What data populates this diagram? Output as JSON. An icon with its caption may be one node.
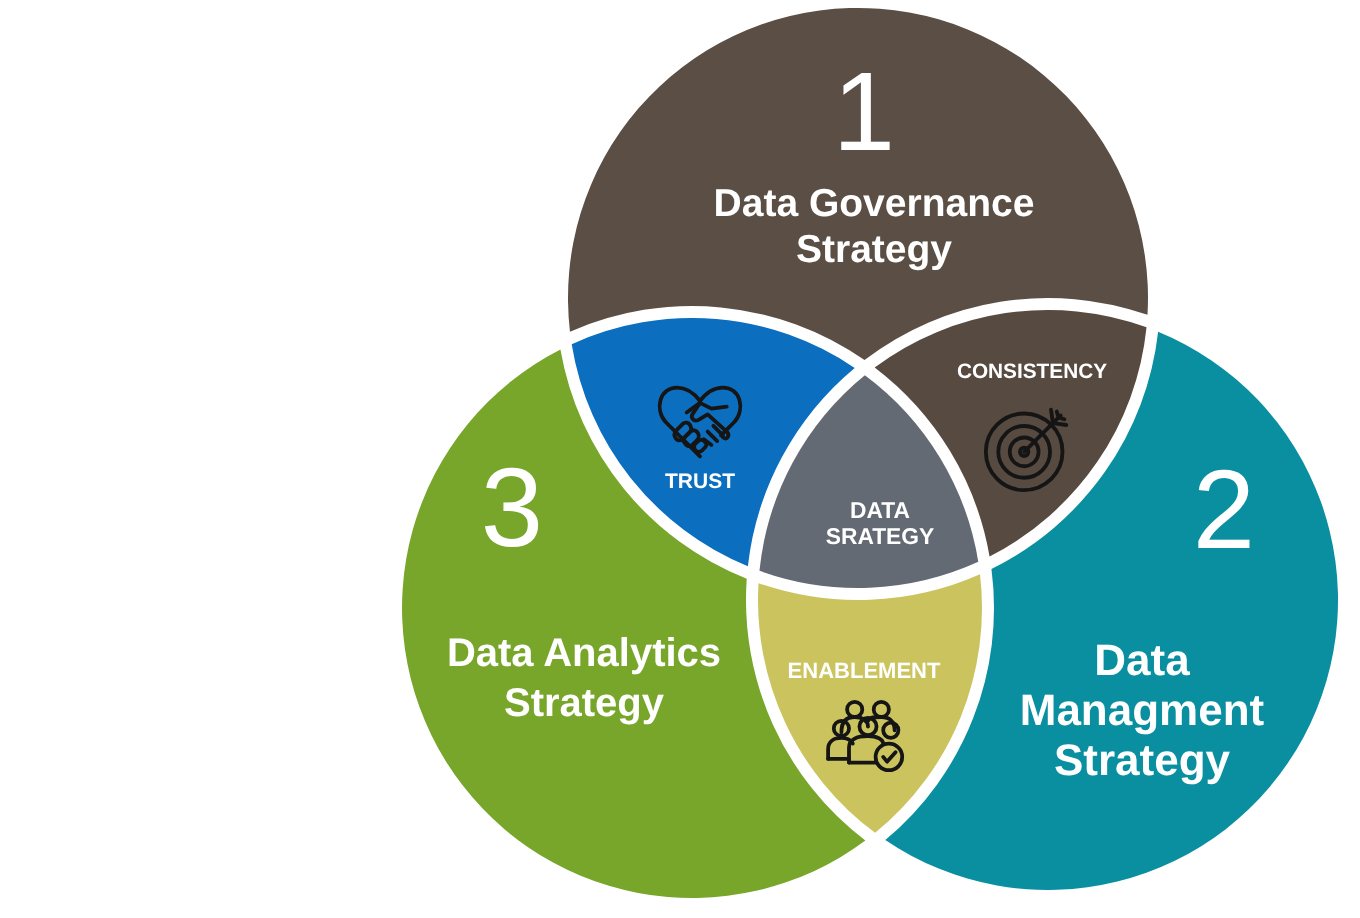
{
  "diagram": {
    "nodes": [
      {
        "text": [
          "1",
          "Data Governance Strategy"
        ]
      },
      {
        "text": [
          "TRUST"
        ]
      },
      {
        "text": [
          "CONSISTENCY"
        ]
      },
      {
        "text": [
          "DATA SRATEGY"
        ]
      },
      {
        "text": [
          "3",
          "Data Analytics Strategy"
        ]
      },
      {
        "text": [
          "2",
          "Data Managment Strategy"
        ]
      },
      {
        "text": [
          "ENABLEMENT"
        ]
      }
    ]
  }
}
